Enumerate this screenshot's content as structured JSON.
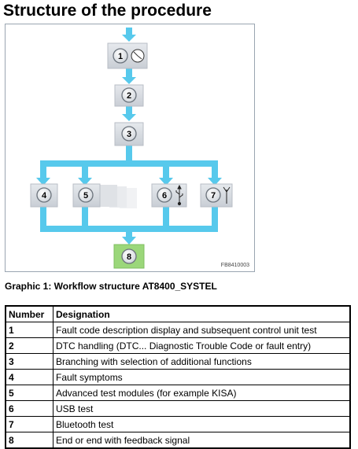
{
  "page_title": "Structure of the procedure",
  "graphic": {
    "reference_code": "FB8410003",
    "steps": {
      "s1": "1",
      "s2": "2",
      "s3": "3",
      "s4": "4",
      "s5": "5",
      "s6": "6",
      "s7": "7",
      "s8": "8"
    },
    "colors": {
      "arrow": "#57c9ec",
      "box": "#d9dde2",
      "box_border": "#b8bec6",
      "final_box": "#9bd77a"
    }
  },
  "caption": "Graphic 1: Workflow structure AT8400_SYSTEL",
  "table": {
    "headers": {
      "number": "Number",
      "designation": "Designation"
    },
    "rows": [
      {
        "number": "1",
        "designation": "Fault code description display and subsequent control unit test"
      },
      {
        "number": "2",
        "designation": "DTC handling (DTC... Diagnostic Trouble Code or fault entry)"
      },
      {
        "number": "3",
        "designation": "Branching with selection of additional functions"
      },
      {
        "number": "4",
        "designation": "Fault symptoms"
      },
      {
        "number": "5",
        "designation": "Advanced test modules (for example KISA)"
      },
      {
        "number": "6",
        "designation": "USB test"
      },
      {
        "number": "7",
        "designation": "Bluetooth test"
      },
      {
        "number": "8",
        "designation": "End or end with feedback signal"
      }
    ]
  }
}
